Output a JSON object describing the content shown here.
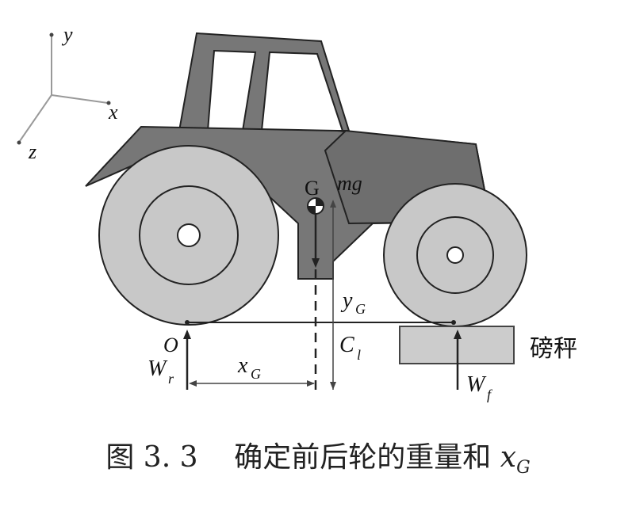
{
  "axes": {
    "x": "x",
    "y": "y",
    "z": "z"
  },
  "labels": {
    "center_of_gravity": "G",
    "weight_force": "mg",
    "origin": "O",
    "rear_load": "W",
    "rear_load_sub": "r",
    "front_load": "W",
    "front_load_sub": "f",
    "x_distance": "x",
    "x_distance_sub": "G",
    "y_distance": "y",
    "y_distance_sub": "G",
    "line_label": "C",
    "line_label_sub": "l",
    "scale": "磅秤"
  },
  "caption": {
    "prefix": "图 3. 3",
    "text": "确定前后轮的重量和",
    "var": "x",
    "var_sub": "G"
  },
  "colors": {
    "body": "#777777",
    "outline": "#222222",
    "wheel": "#c8c8c8",
    "scale": "#cccccc",
    "cabin_glass": "#ffffff"
  }
}
